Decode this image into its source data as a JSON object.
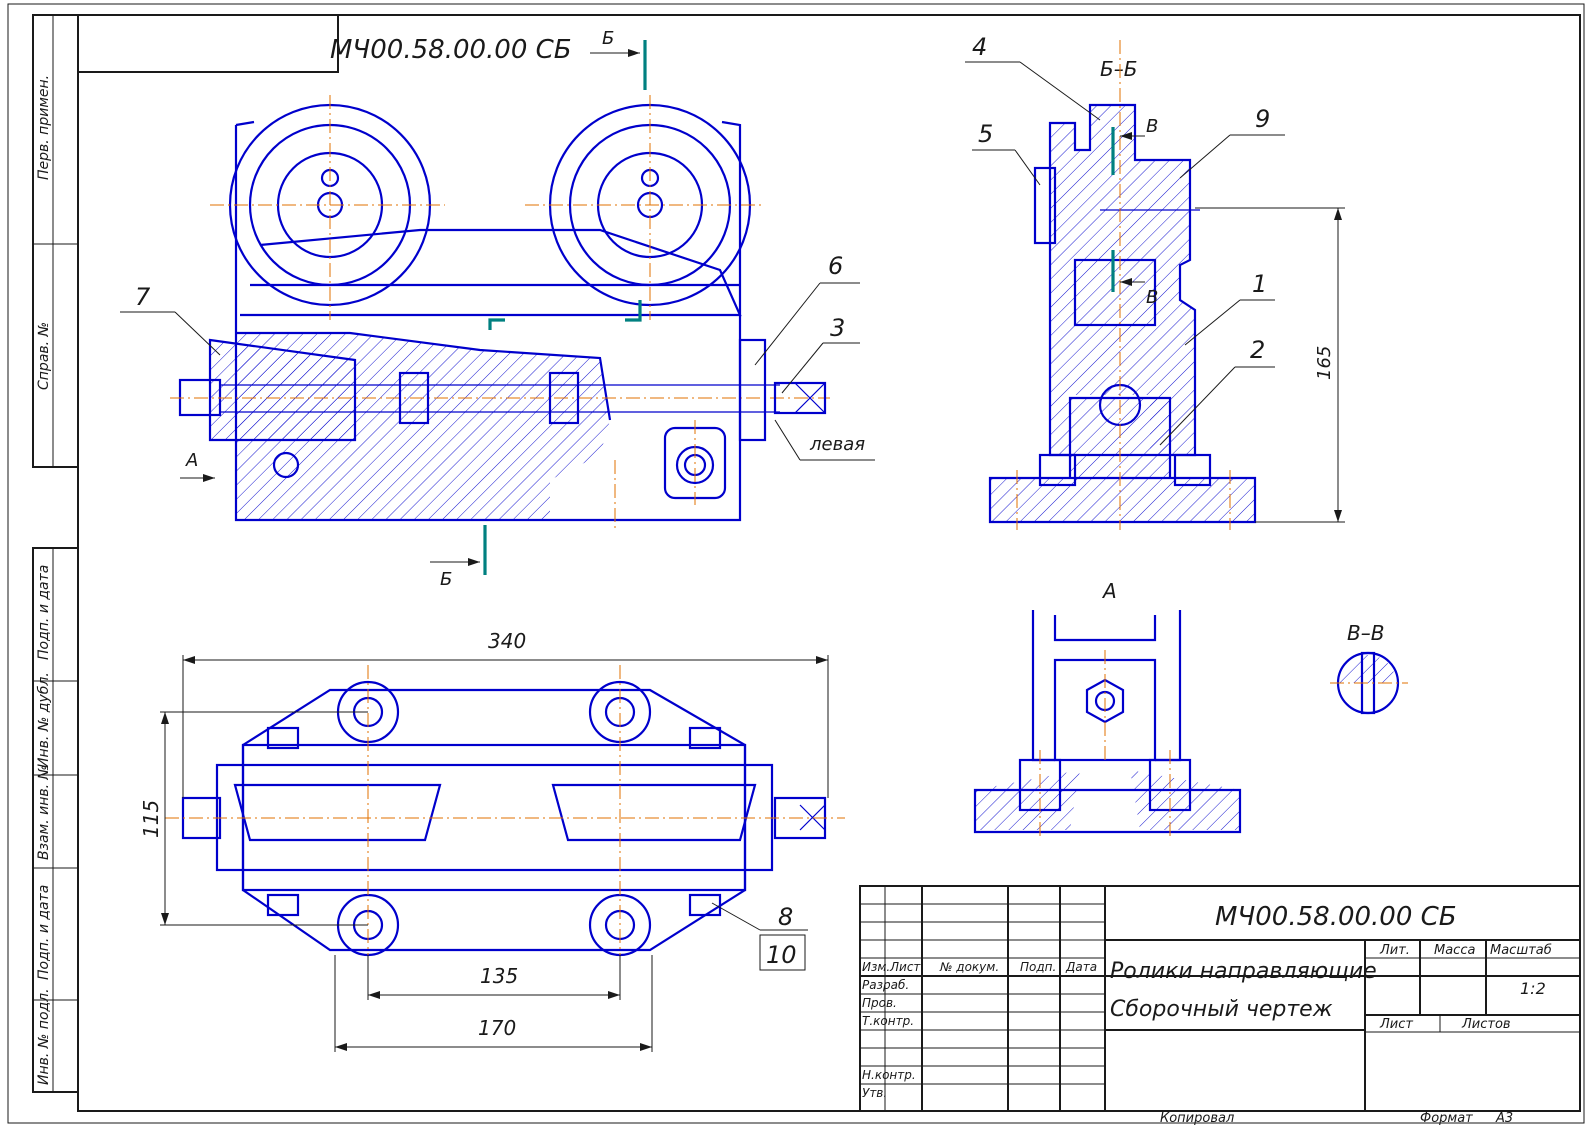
{
  "drawing": {
    "designation": "МЧ00.58.00.00 СБ",
    "designation_mirrored": "МЧ00.58.00.00 СБ",
    "title_line1": "Ролики направляющие",
    "title_line2": "Сборочный чертеж",
    "scale": "1:2",
    "copied_label": "Копировал",
    "format_label": "Формат",
    "format_value": "А3"
  },
  "title_block": {
    "col_izm": "Изм.",
    "col_list": "Лист",
    "col_doc": "№ докум.",
    "col_sign": "Подп.",
    "col_date": "Дата",
    "row_razrab": "Разраб.",
    "row_prov": "Пров.",
    "row_tkontr": "Т.контр.",
    "row_nkontr": "Н.контр.",
    "row_utv": "Утв.",
    "lit": "Лит.",
    "massa": "Масса",
    "masshtab": "Масштаб",
    "list": "Лист",
    "listov": "Листов"
  },
  "left_strip": {
    "perv_primen": "Перв. примен.",
    "sprav_no": "Справ. №",
    "podp_data_1": "Подп. и дата",
    "inv_dubl": "Инв. № дубл.",
    "vzam_inv": "Взам. инв. №",
    "podp_data_2": "Подп. и дата",
    "inv_podl": "Инв. № подл."
  },
  "views": {
    "section_bb": "Б–Б",
    "section_vv": "В–В",
    "view_a": "А",
    "cut_b": "Б",
    "cut_v": "В",
    "view_a_arrow": "А",
    "left_note": "левая"
  },
  "dimensions": {
    "d340": "340",
    "d115": "115",
    "d135": "135",
    "d170": "170",
    "d165": "165"
  },
  "positions": [
    "1",
    "2",
    "3",
    "4",
    "5",
    "6",
    "7",
    "8",
    "9",
    "10"
  ],
  "colors": {
    "outline": "#0000cc",
    "axis": "#e07000",
    "cutting_plane": "#008080",
    "text": "#1a1a1a"
  }
}
